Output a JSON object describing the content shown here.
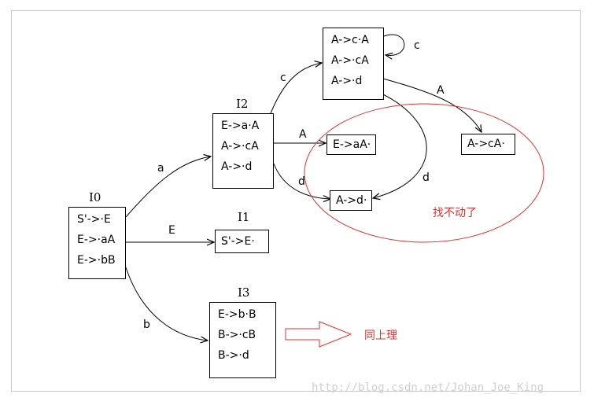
{
  "colors": {
    "line": "#000000",
    "accent_red": "#e03030",
    "frame": "#c8c8c8",
    "watermark": "#d0d0d0"
  },
  "states": {
    "i0": {
      "label": "I0",
      "items": [
        "S'->·E",
        "E->·aA",
        "E->·bB"
      ]
    },
    "i1": {
      "label": "I1",
      "items": [
        "S'->E·"
      ]
    },
    "i2": {
      "label": "I2",
      "items": [
        "E->a·A",
        "A->·cA",
        "A->·d"
      ]
    },
    "i3": {
      "label": "I3",
      "items": [
        "E->b·B",
        "B->·cB",
        "B->·d"
      ]
    },
    "c_state": {
      "items": [
        "A->c·A",
        "A->·cA",
        "A->·d"
      ]
    },
    "e_aA": {
      "items": [
        "E->aA·"
      ]
    },
    "a_d": {
      "items": [
        "A->d·"
      ]
    },
    "a_cA": {
      "items": [
        "A->cA·"
      ]
    }
  },
  "edges": {
    "a": "a",
    "e": "E",
    "b": "b",
    "c_from_i2": "c",
    "c_loop": "c",
    "A_from_i2": "A",
    "d_from_i2": "d",
    "A_from_c": "A",
    "d_from_c": "d"
  },
  "notes": {
    "stuck": "找不动了",
    "same": "同上理"
  },
  "watermark": "http://blog.csdn.net/Johan_Joe_King"
}
